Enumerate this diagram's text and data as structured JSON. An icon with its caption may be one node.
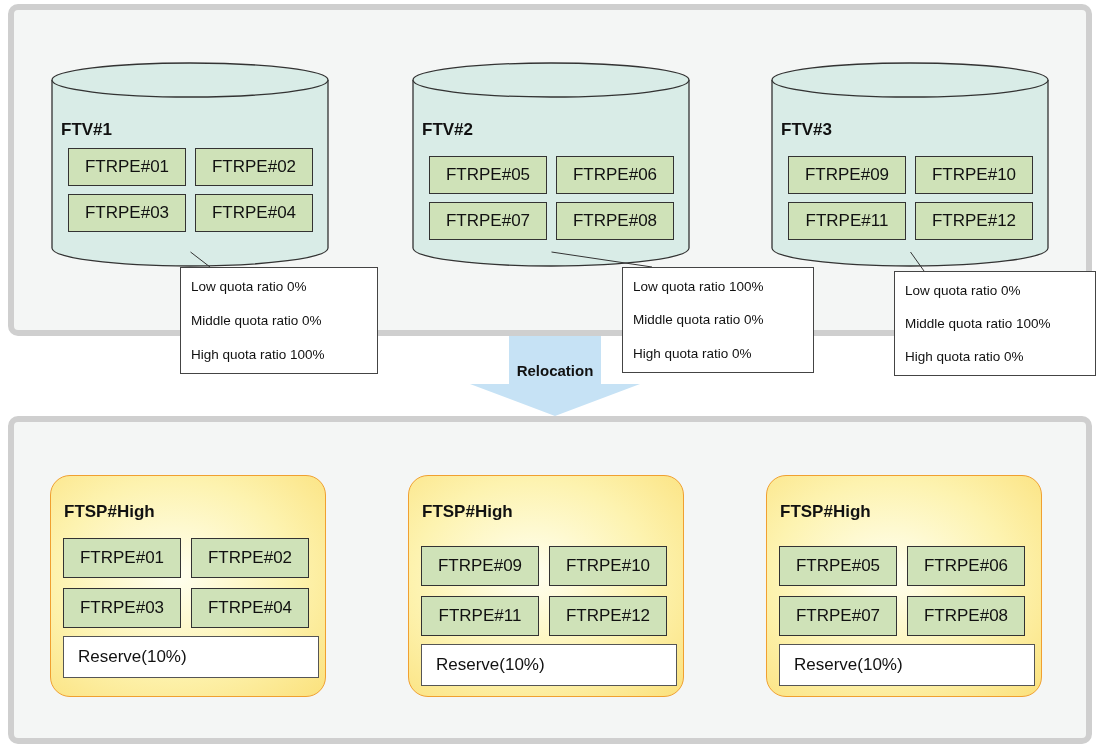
{
  "diagram": {
    "nodes": [
      {
        "text": [],
        "shape": "box"
      },
      {
        "text": [
          "FTV#1"
        ],
        "in": 0
      },
      {
        "text": [
          "FTRPE#01"
        ],
        "in": 1
      },
      {
        "text": [
          "FTRPE#02"
        ],
        "in": 1
      },
      {
        "text": [
          "FTRPE#03"
        ],
        "in": 1
      },
      {
        "text": [
          "FTRPE#04"
        ],
        "in": 1
      },
      {
        "text": [
          "FTV#2"
        ],
        "in": 0
      },
      {
        "text": [
          "FTRPE#05"
        ],
        "in": 6
      },
      {
        "text": [
          "FTRPE#06"
        ],
        "in": 6
      },
      {
        "text": [
          "FTRPE#07"
        ],
        "in": 6
      },
      {
        "text": [
          "FTRPE#08"
        ],
        "in": 6
      },
      {
        "text": [
          "FTV#3"
        ],
        "in": 0
      },
      {
        "text": [
          "FTRPE#09"
        ],
        "in": 11
      },
      {
        "text": [
          "FTRPE#10"
        ],
        "in": 11
      },
      {
        "text": [
          "FTRPE#11"
        ],
        "in": 11
      },
      {
        "text": [
          "FTRPE#12"
        ],
        "in": 11
      },
      {
        "text": [
          "Low quota ratio 0%",
          "Middle quota ratio 0%",
          "High quota ratio 100%"
        ]
      },
      {
        "text": [
          "Low quota ratio 100%",
          "Middle quota ratio 0%",
          "High quota ratio 0%"
        ]
      },
      {
        "text": [
          "Low quota ratio 0%",
          "Middle quota ratio 100%",
          "High quota ratio 0%"
        ]
      },
      {
        "text": [],
        "shape": "box"
      },
      {
        "text": [
          "FTSP#High"
        ],
        "in": 19
      },
      {
        "text": [
          "FTRPE#01"
        ],
        "in": 20
      },
      {
        "text": [
          "FTRPE#02"
        ],
        "in": 20
      },
      {
        "text": [
          "FTRPE#03"
        ],
        "in": 20
      },
      {
        "text": [
          "FTRPE#04"
        ],
        "in": 20
      },
      {
        "text": [
          "Reserve(10%)"
        ],
        "in": 20
      },
      {
        "text": [
          "FTSP#High"
        ],
        "in": 19
      },
      {
        "text": [
          "FTRPE#09"
        ],
        "in": 26
      },
      {
        "text": [
          "FTRPE#10"
        ],
        "in": 26
      },
      {
        "text": [
          "FTRPE#11"
        ],
        "in": 26
      },
      {
        "text": [
          "FTRPE#12"
        ],
        "in": 26
      },
      {
        "text": [
          "Reserve(10%)"
        ],
        "in": 26
      },
      {
        "text": [
          "FTSP#High"
        ],
        "in": 19
      },
      {
        "text": [
          "FTRPE#05"
        ],
        "in": 32
      },
      {
        "text": [
          "FTRPE#06"
        ],
        "in": 32
      },
      {
        "text": [
          "FTRPE#07"
        ],
        "in": 32
      },
      {
        "text": [
          "FTRPE#08"
        ],
        "in": 32
      },
      {
        "text": [
          "Reserve(10%)"
        ],
        "in": 32
      }
    ],
    "edges": [
      {
        "from": 16,
        "to": 1,
        "arrow": "none"
      },
      {
        "from": 17,
        "to": 6,
        "arrow": "none"
      },
      {
        "from": 18,
        "to": 11,
        "arrow": "none"
      },
      {
        "from": 0,
        "to": 19,
        "arrow": "to",
        "label": "Relocation",
        "style": "thick",
        "color": "#c6e2f5"
      }
    ]
  }
}
